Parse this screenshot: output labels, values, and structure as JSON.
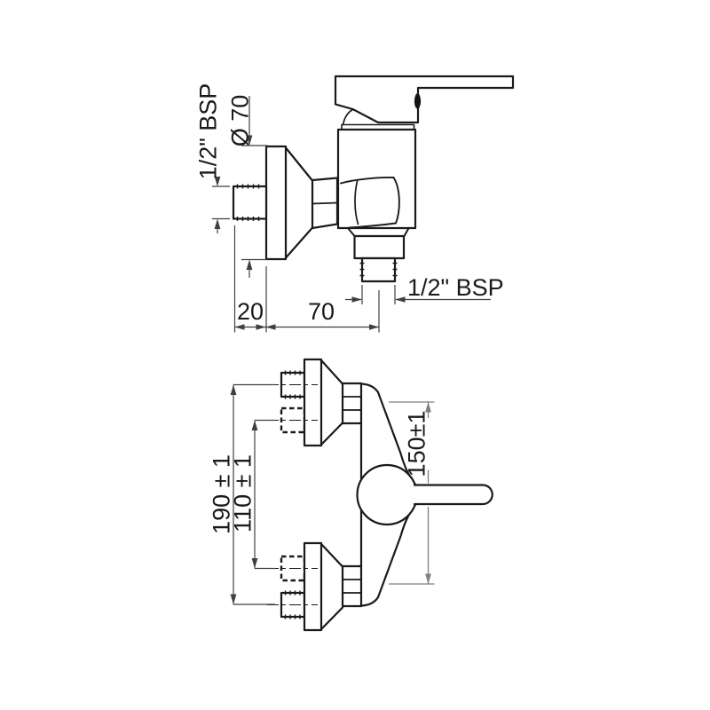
{
  "title": "Shower mixer installation dimension drawing",
  "diagram": {
    "type": "technical-dimension-drawing",
    "background": "#ffffff",
    "line_color": "#1a1a1a",
    "dimension_color": "#3f3f3f",
    "dimension_color_gray": "#7f7f7f",
    "side_view": {
      "labels": {
        "inlet_thread": "1/2\" BSP",
        "flange_diameter": "Ø 70",
        "wall_projection": "20",
        "outlet_offset": "70",
        "outlet_thread": "1/2\" BSP"
      }
    },
    "top_view": {
      "labels": {
        "outer_centers": "190 ± 1",
        "inner_centers": "110 ± 1",
        "connection_centers": "150±1"
      }
    }
  }
}
